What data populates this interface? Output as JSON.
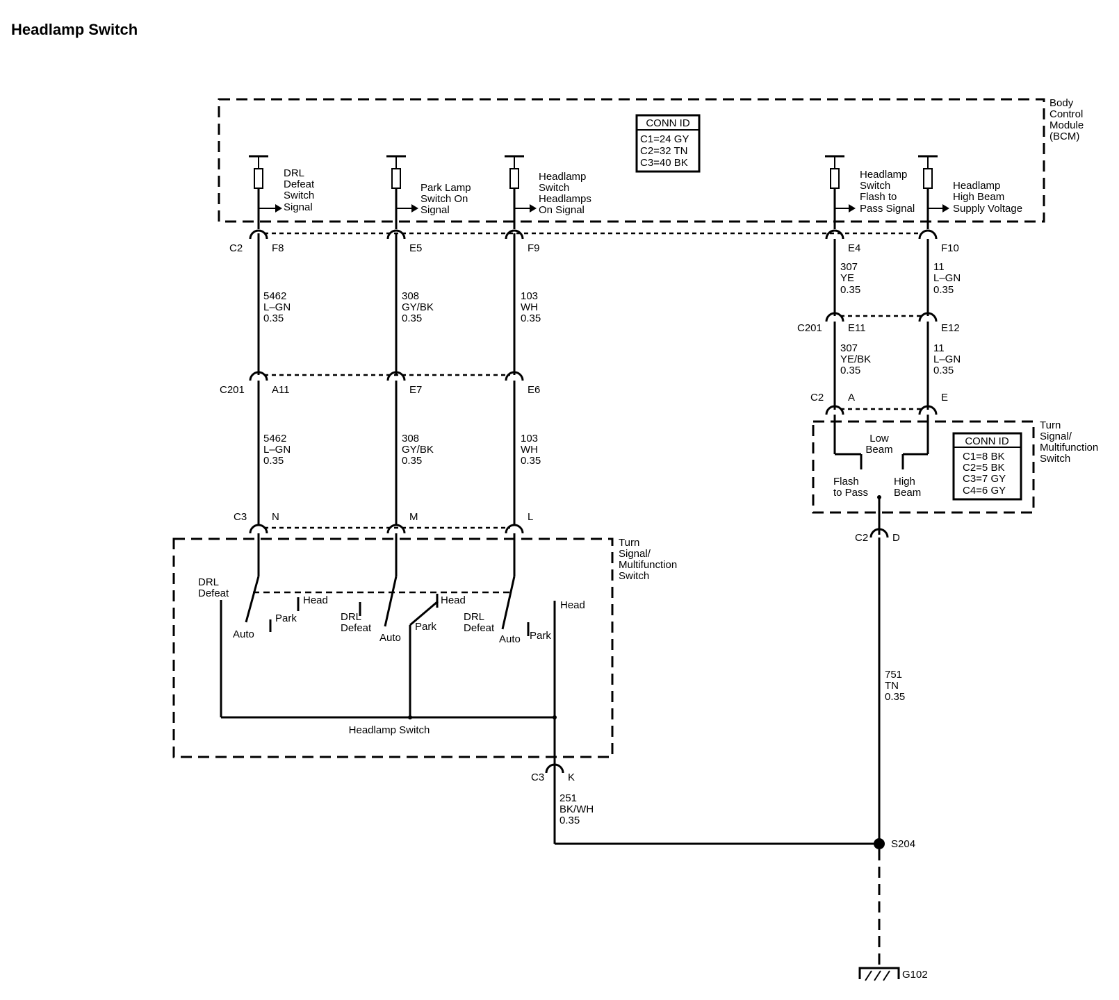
{
  "title": "Headlamp Switch",
  "bcm": {
    "label": [
      "Body",
      "Control",
      "Module",
      "(BCM)"
    ],
    "conn_header": "CONN ID",
    "conn_rows": [
      "C1=24 GY",
      "C2=32 TN",
      "C3=40 BK"
    ],
    "signals": [
      [
        "DRL",
        "Defeat",
        "Switch",
        "Signal"
      ],
      [
        "Park Lamp",
        "Switch On",
        "Signal"
      ],
      [
        "Headlamp",
        "Switch",
        "Headlamps",
        "On Signal"
      ],
      [
        "Headlamp",
        "Switch",
        "Flash to",
        "Pass Signal"
      ],
      [
        "Headlamp",
        "High Beam",
        "Supply Voltage"
      ]
    ]
  },
  "left": {
    "c2": "C2",
    "pins_top": [
      "F8",
      "E5",
      "F9"
    ],
    "wires_top": [
      [
        "5462",
        "L–GN",
        "0.35"
      ],
      [
        "308",
        "GY/BK",
        "0.35"
      ],
      [
        "103",
        "WH",
        "0.35"
      ]
    ],
    "c201": "C201",
    "pins_mid": [
      "A11",
      "E7",
      "E6"
    ],
    "wires_mid": [
      [
        "5462",
        "L–GN",
        "0.35"
      ],
      [
        "308",
        "GY/BK",
        "0.35"
      ],
      [
        "103",
        "WH",
        "0.35"
      ]
    ],
    "c3": "C3",
    "pins_bot": [
      "N",
      "M",
      "L"
    ]
  },
  "switch_left": {
    "label": [
      "Turn",
      "Signal/",
      "Multifunction",
      "Switch"
    ],
    "name": "Headlamp Switch",
    "drl_defeat_1": [
      "DRL",
      "Defeat"
    ],
    "auto_1": "Auto",
    "park_1": "Park",
    "head_1": "Head",
    "drl_defeat_2": [
      "DRL",
      "Defeat"
    ],
    "auto_2": "Auto",
    "park_2": "Park",
    "head_2": "Head",
    "drl_defeat_3": [
      "DRL",
      "Defeat"
    ],
    "auto_3": "Auto",
    "park_3": "Park",
    "head_4": "Head",
    "c3_k_conn": "C3",
    "c3_k_pin": "K",
    "ground_wire": [
      "251",
      "BK/WH",
      "0.35"
    ]
  },
  "right": {
    "pins_top": [
      "E4",
      "F10"
    ],
    "wires_top": [
      [
        "307",
        "YE",
        "0.35"
      ],
      [
        "11",
        "L–GN",
        "0.35"
      ]
    ],
    "c201": "C201",
    "pins_mid": [
      "E11",
      "E12"
    ],
    "wires_mid": [
      [
        "307",
        "YE/BK",
        "0.35"
      ],
      [
        "11",
        "L–GN",
        "0.35"
      ]
    ],
    "c2": "C2",
    "pins_bot": [
      "A",
      "E"
    ]
  },
  "switch_right": {
    "label": [
      "Turn",
      "Signal/",
      "Multifunction",
      "Switch"
    ],
    "conn_header": "CONN ID",
    "conn_rows": [
      "C1=8 BK",
      "C2=5 BK",
      "C3=7 GY",
      "C4=6 GY"
    ],
    "low_beam": [
      "Low",
      "Beam"
    ],
    "flash": [
      "Flash",
      "to Pass"
    ],
    "high": [
      "High",
      "Beam"
    ],
    "c2": "C2",
    "pin_d": "D",
    "wire": [
      "751",
      "TN",
      "0.35"
    ]
  },
  "splice": "S204",
  "ground": "G102"
}
